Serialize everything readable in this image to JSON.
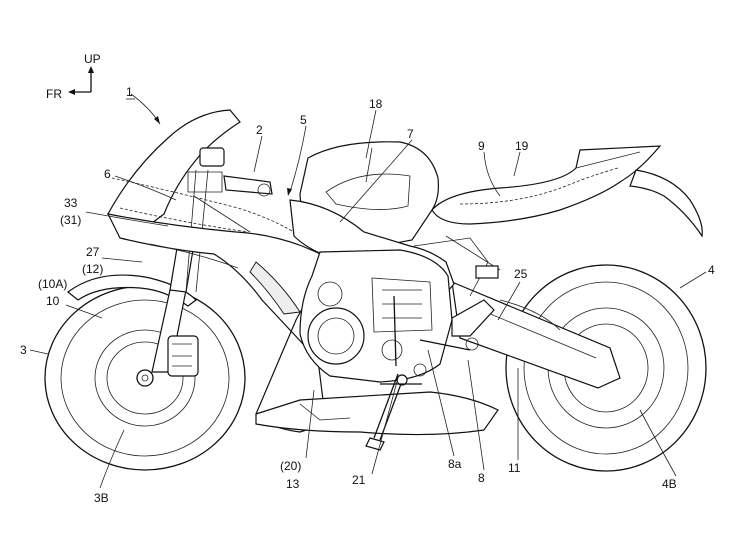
{
  "orientation": {
    "up": "UP",
    "front": "FR"
  },
  "labels": [
    {
      "id": "l1",
      "text": "1"
    },
    {
      "id": "l2",
      "text": "2"
    },
    {
      "id": "l5",
      "text": "5"
    },
    {
      "id": "l18",
      "text": "18"
    },
    {
      "id": "l7",
      "text": "7"
    },
    {
      "id": "l9",
      "text": "9"
    },
    {
      "id": "l19",
      "text": "19"
    },
    {
      "id": "l6",
      "text": "6"
    },
    {
      "id": "l33",
      "text": "33"
    },
    {
      "id": "l31",
      "text": "(31)"
    },
    {
      "id": "l27",
      "text": "27"
    },
    {
      "id": "l12",
      "text": "(12)"
    },
    {
      "id": "l10A",
      "text": "(10A)"
    },
    {
      "id": "l10",
      "text": "10"
    },
    {
      "id": "l3",
      "text": "3"
    },
    {
      "id": "l4",
      "text": "4"
    },
    {
      "id": "l25",
      "text": "25"
    },
    {
      "id": "l20",
      "text": "(20)"
    },
    {
      "id": "l13",
      "text": "13"
    },
    {
      "id": "l21",
      "text": "21"
    },
    {
      "id": "l8a",
      "text": "8a"
    },
    {
      "id": "l8",
      "text": "8"
    },
    {
      "id": "l11",
      "text": "11"
    },
    {
      "id": "l3B",
      "text": "3B"
    },
    {
      "id": "l4B",
      "text": "4B"
    }
  ]
}
